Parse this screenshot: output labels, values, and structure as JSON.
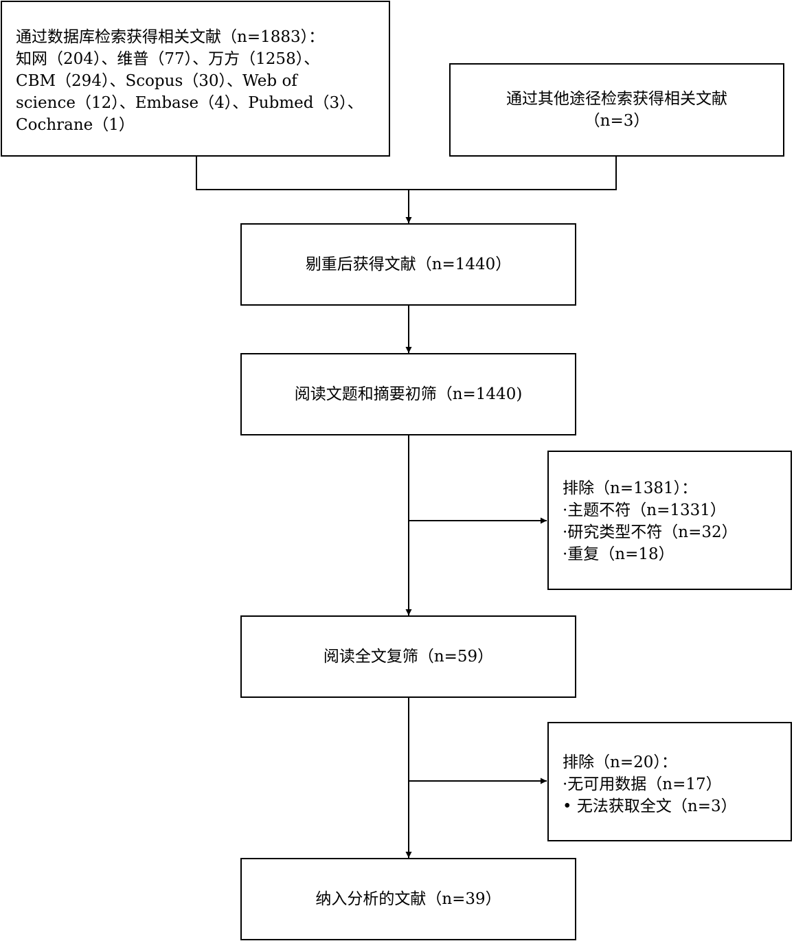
{
  "identification": {
    "database": {
      "lines": [
        "通过数据库检索获得相关文献（n=1883）：",
        "知网（204）、维普（77）、万方（1258）、",
        "CBM（294）、Scopus（30）、Web of",
        "science（12）、Embase（4）、Pubmed（3）、",
        "Cochrane（1）"
      ]
    },
    "other": {
      "lines": [
        "通过其他途径检索获得相关文献",
        "（n=3）"
      ]
    }
  },
  "dedup": {
    "label": "剔重后获得文献（n=1440）"
  },
  "screening": {
    "label": "阅读文题和摘要初筛（n=1440)"
  },
  "exclusion1": {
    "lines": [
      "排除（n=1381）：",
      "·主题不符（n=1331）",
      "·研究类型不符（n=32）",
      "·重复（n=18）"
    ]
  },
  "fulltext": {
    "label": "阅读全文复筛（n=59）"
  },
  "exclusion2": {
    "lines": [
      "排除（n=20）：",
      "·无可用数据（n=17）",
      "• 无法获取全文（n=3）"
    ]
  },
  "included": {
    "label": "纳入分析的文献（n=39）"
  }
}
